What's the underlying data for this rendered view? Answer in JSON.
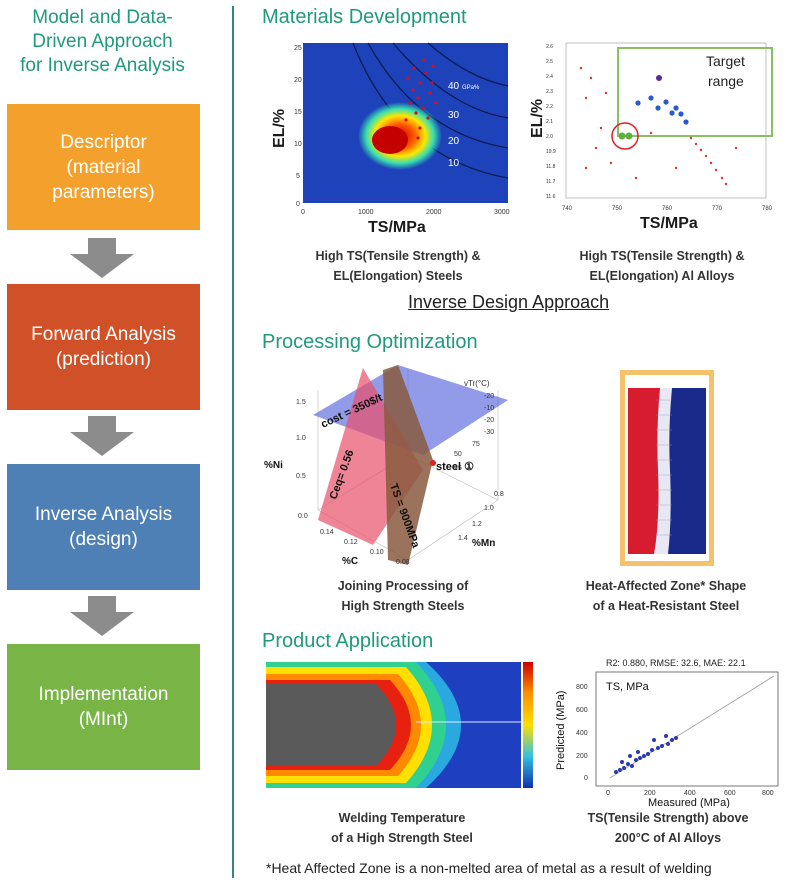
{
  "left": {
    "title_lines": [
      "Model and Data-",
      "Driven Approach",
      "for Inverse Analysis"
    ],
    "steps": [
      {
        "l1": "Descriptor",
        "l2": "(material",
        "l3": "parameters)",
        "color": "#f4a02d"
      },
      {
        "l1": "Forward Analysis",
        "l2": "(prediction)",
        "color": "#d05128"
      },
      {
        "l1": "Inverse Analysis",
        "l2": "(design)",
        "color": "#4e80b6"
      },
      {
        "l1": "Implementation",
        "l2": "(MInt)",
        "color": "#79b447"
      }
    ]
  },
  "sections": {
    "materials": "Materials Development",
    "processing": "Processing  Optimization",
    "product": "Product Application"
  },
  "inverse_design": "Inverse Design Approach",
  "fig1": {
    "ylabel": "EL/%",
    "xlabel": "TS/MPa",
    "yticks": [
      "25",
      "20",
      "15",
      "10",
      "5",
      "0"
    ],
    "xticks": [
      "0",
      "1000",
      "2000",
      "3000"
    ],
    "contours": [
      "40",
      "GPa%",
      "30",
      "20",
      "10"
    ],
    "cap1": "High TS(Tensile Strength) &",
    "cap2": "EL(Elongation) Steels"
  },
  "fig2": {
    "ylabel": "EL/%",
    "xlabel": "TS/MPa",
    "yticks": [
      "2.6",
      "2.5",
      "2.4",
      "2.3",
      "2.2",
      "2.1",
      "2.0",
      "19.9",
      "11.8",
      "11.7",
      "11.6"
    ],
    "xticks": [
      "740",
      "750",
      "760",
      "770",
      "780"
    ],
    "target1": "Target",
    "target2": "range",
    "cap1": "High TS(Tensile Strength) &",
    "cap2": "EL(Elongation) Al Alloys"
  },
  "fig3": {
    "cost": "cost = 350$/t",
    "ceq": "Ceq= 0.56",
    "ts": "TS = 900MPa",
    "steel": "steel ①",
    "vtr": "vTr(°C)",
    "vtr_ticks": [
      "-20",
      "-10",
      "-20",
      "-30"
    ],
    "ni_label": "%Ni",
    "ni_ticks": [
      "1.5",
      "1.0",
      "0.5",
      "0.0"
    ],
    "c_label": "%C",
    "c_ticks": [
      "0.14",
      "0.12",
      "0.10",
      "0.08"
    ],
    "mn_label": "%Mn",
    "mn_ticks": [
      "0.8",
      "1.0",
      "1.2",
      "1.4"
    ],
    "z_ticks": [
      "75",
      "50",
      "25"
    ],
    "cap1": "Joining Processing of",
    "cap2": "High Strength Steels"
  },
  "fig4": {
    "cap1": "Heat-Affected Zone* Shape",
    "cap2": "of  a Heat-Resistant Steel"
  },
  "fig5": {
    "cap1": "Welding Temperature",
    "cap2": "of a High Strength Steel"
  },
  "fig6": {
    "stats": "R2: 0.880, RMSE: 32.6, MAE: 22.1",
    "legend": "TS, MPa",
    "ylabel": "Predicted (MPa)",
    "xlabel": "Measured (MPa)",
    "yticks": [
      "800",
      "600",
      "400",
      "200",
      "0"
    ],
    "xticks": [
      "0",
      "200",
      "400",
      "600",
      "800"
    ],
    "cap1": "TS(Tensile Strength) above",
    "cap2": "200°C of Al Alloys"
  },
  "footnote": "*Heat Affected Zone is a non-melted area of metal  as a result of welding",
  "colors": {
    "accent": "#1f9a7c",
    "arrow": "#8c8c8c",
    "divider": "#2e8b78"
  }
}
